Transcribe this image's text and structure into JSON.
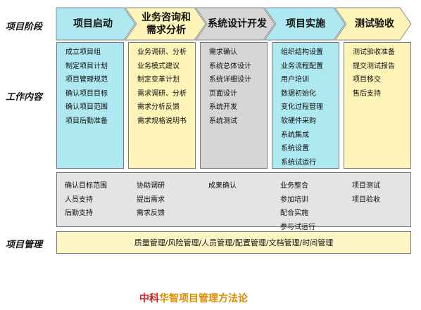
{
  "row_labels": {
    "stage": "项目阶段",
    "content": "工作内容",
    "management": "项目管理"
  },
  "phases": [
    {
      "lines": [
        "项目启动"
      ],
      "color": "#aee9f2"
    },
    {
      "lines": [
        "业务咨询和",
        "需求分析"
      ],
      "color": "#fff4b8"
    },
    {
      "lines": [
        "系统设计开发"
      ],
      "color": "#d6d6d6"
    },
    {
      "lines": [
        "项目实施"
      ],
      "color": "#aee9f2"
    },
    {
      "lines": [
        "测试验收"
      ],
      "color": "#fff4b8"
    }
  ],
  "work_content": [
    {
      "items": [
        "成立项目组",
        "制定项目计划",
        "项目管理规范",
        "确认项目目标",
        "确认项目范围",
        "项目后勤准备"
      ],
      "color": "#aee9f2"
    },
    {
      "items": [
        "业务调研、分析",
        "业务模式建议",
        "制定变革计划",
        "需求调研、分析",
        "需求分析反馈",
        "需求规格说明书"
      ],
      "color": "#fff4b8"
    },
    {
      "items": [
        "需求确认",
        "系统总体设计",
        "系统详细设计",
        "页面设计",
        "系统开发",
        "系统测试"
      ],
      "color": "#d6d6d6"
    },
    {
      "items": [
        "组织结构设置",
        "业务流程配置",
        "用户培训",
        "数据初始化",
        "变化过程管理",
        "软硬件采购",
        "系统集成",
        "系统设置",
        "系统试运行"
      ],
      "color": "#aee9f2"
    },
    {
      "items": [
        "测试验收准备",
        "提交测试报告",
        "项目移交",
        "售后支持"
      ],
      "color": "#fff4b8"
    }
  ],
  "management_columns": [
    [
      "确认目标范围",
      "人员支持",
      "后勤支持"
    ],
    [
      "协助调研",
      "提出需求",
      "需求反馈"
    ],
    [
      "成果确认"
    ],
    [
      "业务整合",
      "参加培训",
      "配合实施",
      "参与试运行"
    ],
    [
      "项目测试",
      "项目验收"
    ]
  ],
  "management_bar": "质量管理/风险管理/人员管理/配置管理/文档管理/时间管理",
  "footer": {
    "part1": "中科",
    "part2": "华智项目管理方法论",
    "color1": "#d42020",
    "color2": "#e08a00"
  },
  "colors": {
    "panel_gray": "#e4e4e4",
    "bar_yellow": "#fdf6c4"
  }
}
